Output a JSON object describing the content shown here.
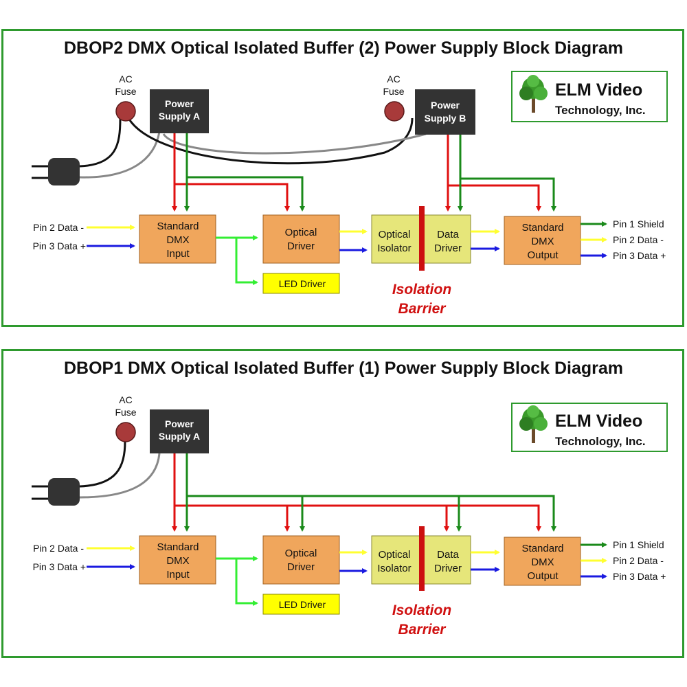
{
  "colors": {
    "frame": "#2e9a2e",
    "block": "#f0a65c",
    "isolator": "#e6e67a",
    "led": "#ffff00",
    "power": "#333333",
    "fuse": "#a83a3a",
    "wire_red": "#e01010",
    "wire_green": "#1a8a1a",
    "wire_lightgreen": "#33ee33",
    "wire_yellow": "#ffff30",
    "wire_blue": "#1a1ae0",
    "barrier": "#cc1010"
  },
  "logo": {
    "line1": "ELM Video",
    "line2": "Technology, Inc.",
    "tree_icon": "tree-icon"
  },
  "top": {
    "title": "DBOP2 DMX Optical Isolated Buffer (2) Power Supply Block Diagram",
    "fuse_a": [
      "AC",
      "Fuse"
    ],
    "fuse_b": [
      "AC",
      "Fuse"
    ],
    "power_a": [
      "Power",
      "Supply A"
    ],
    "power_b": [
      "Power",
      "Supply B"
    ],
    "dmx_input": [
      "Standard",
      "DMX",
      "Input"
    ],
    "optical_driver": [
      "Optical",
      "Driver"
    ],
    "optical_isolator": [
      "Optical",
      "Isolator"
    ],
    "data_driver": [
      "Data",
      "Driver"
    ],
    "dmx_output": [
      "Standard",
      "DMX",
      "Output"
    ],
    "led_driver": "LED Driver",
    "isolation": [
      "Isolation",
      "Barrier"
    ],
    "in_pin2": "Pin 2 Data -",
    "in_pin3": "Pin 3 Data +",
    "out_pin1": "Pin 1 Shield",
    "out_pin2": "Pin 2 Data -",
    "out_pin3": "Pin 3 Data +"
  },
  "bottom": {
    "title": "DBOP1 DMX Optical Isolated Buffer (1) Power Supply Block Diagram",
    "fuse_a": [
      "AC",
      "Fuse"
    ],
    "power_a": [
      "Power",
      "Supply A"
    ],
    "dmx_input": [
      "Standard",
      "DMX",
      "Input"
    ],
    "optical_driver": [
      "Optical",
      "Driver"
    ],
    "optical_isolator": [
      "Optical",
      "Isolator"
    ],
    "data_driver": [
      "Data",
      "Driver"
    ],
    "dmx_output": [
      "Standard",
      "DMX",
      "Output"
    ],
    "led_driver": "LED Driver",
    "isolation": [
      "Isolation",
      "Barrier"
    ],
    "in_pin2": "Pin 2 Data -",
    "in_pin3": "Pin 3 Data +",
    "out_pin1": "Pin 1 Shield",
    "out_pin2": "Pin 2 Data -",
    "out_pin3": "Pin 3 Data +"
  }
}
